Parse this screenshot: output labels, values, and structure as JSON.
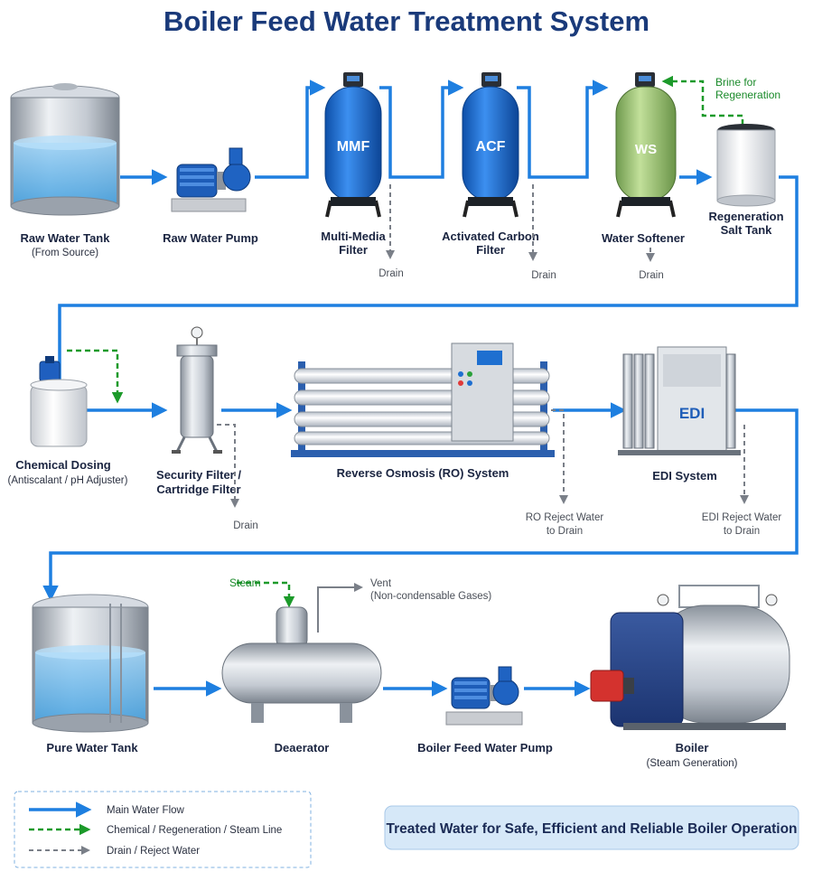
{
  "title": "Boiler Feed Water Treatment System",
  "equipment": {
    "raw_water_tank": {
      "label": "Raw Water Tank",
      "sub": "(From Source)"
    },
    "raw_water_pump": {
      "label": "Raw Water Pump"
    },
    "mmf": {
      "label_line1": "Multi-Media",
      "label_line2": "Filter",
      "tag": "MMF",
      "drain": "Drain"
    },
    "acf": {
      "label_line1": "Activated Carbon",
      "label_line2": "Filter",
      "tag": "ACF",
      "drain": "Drain"
    },
    "ws": {
      "label": "Water Softener",
      "tag": "WS",
      "drain": "Drain"
    },
    "salt_tank": {
      "label_line1": "Regeneration",
      "label_line2": "Salt Tank",
      "brine_line1": "Brine for",
      "brine_line2": "Regeneration"
    },
    "chemical_dosing": {
      "label": "Chemical Dosing",
      "sub": "(Antiscalant / pH Adjuster)"
    },
    "security_filter": {
      "label_line1": "Security Filter /",
      "label_line2": "Cartridge Filter",
      "drain": "Drain"
    },
    "ro": {
      "label": "Reverse Osmosis (RO) System",
      "reject_line1": "RO Reject Water",
      "reject_line2": "to Drain"
    },
    "edi": {
      "label": "EDI System",
      "tag": "EDI",
      "reject_line1": "EDI Reject Water",
      "reject_line2": "to Drain"
    },
    "pure_water_tank": {
      "label": "Pure Water Tank"
    },
    "deaerator": {
      "label": "Deaerator",
      "steam": "Steam",
      "vent_line1": "Vent",
      "vent_line2": "(Non-condensable Gases)"
    },
    "feed_pump": {
      "label": "Boiler Feed Water Pump"
    },
    "boiler": {
      "label": "Boiler",
      "sub": "(Steam Generation)"
    }
  },
  "legend": {
    "main_flow": "Main Water Flow",
    "chemical": "Chemical / Regeneration / Steam Line",
    "drain": "Drain / Reject Water"
  },
  "banner": "Treated Water for Safe, Efficient and Reliable Boiler Operation",
  "colors": {
    "main_flow": "#1e7fe0",
    "chemical_line": "#1c9a2a",
    "drain_line": "#7a7f88",
    "vessel_blue": "#1e6fd0",
    "softener_green": "#9cc47a",
    "title": "#1a3a7a"
  }
}
